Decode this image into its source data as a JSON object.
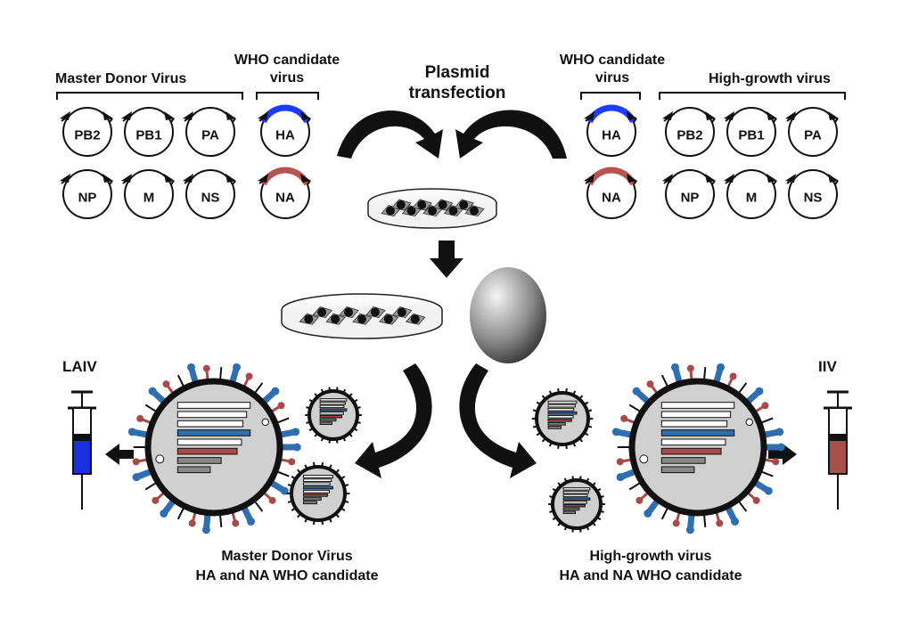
{
  "labels": {
    "master_donor_virus": "Master Donor Virus",
    "who_candidate_left": "WHO candidate virus",
    "plasmid_transfection": "Plasmid transfection",
    "who_candidate_right": "WHO candidate virus",
    "high_growth_virus": "High-growth virus",
    "laiv": "LAIV",
    "iiv": "IIV",
    "bottom_left_line1": "Master Donor Virus",
    "bottom_left_line2": "HA and NA WHO candidate",
    "bottom_right_line1": "High-growth virus",
    "bottom_right_line2": "HA and NA WHO candidate"
  },
  "plasmids": {
    "left_internal": [
      "PB2",
      "PB1",
      "PA",
      "NP",
      "M",
      "NS"
    ],
    "left_candidate": [
      "HA",
      "NA"
    ],
    "right_candidate": [
      "HA",
      "NA"
    ],
    "right_internal": [
      "PB2",
      "PB1",
      "PA",
      "NP",
      "M",
      "NS"
    ]
  },
  "colors": {
    "ha_blue": "#1e3cff",
    "na_red": "#b85450",
    "spike_blue": "#2f6fb0",
    "spike_red": "#a84a48",
    "laiv_fill": "#1a2fe0",
    "iiv_fill": "#a85048"
  }
}
